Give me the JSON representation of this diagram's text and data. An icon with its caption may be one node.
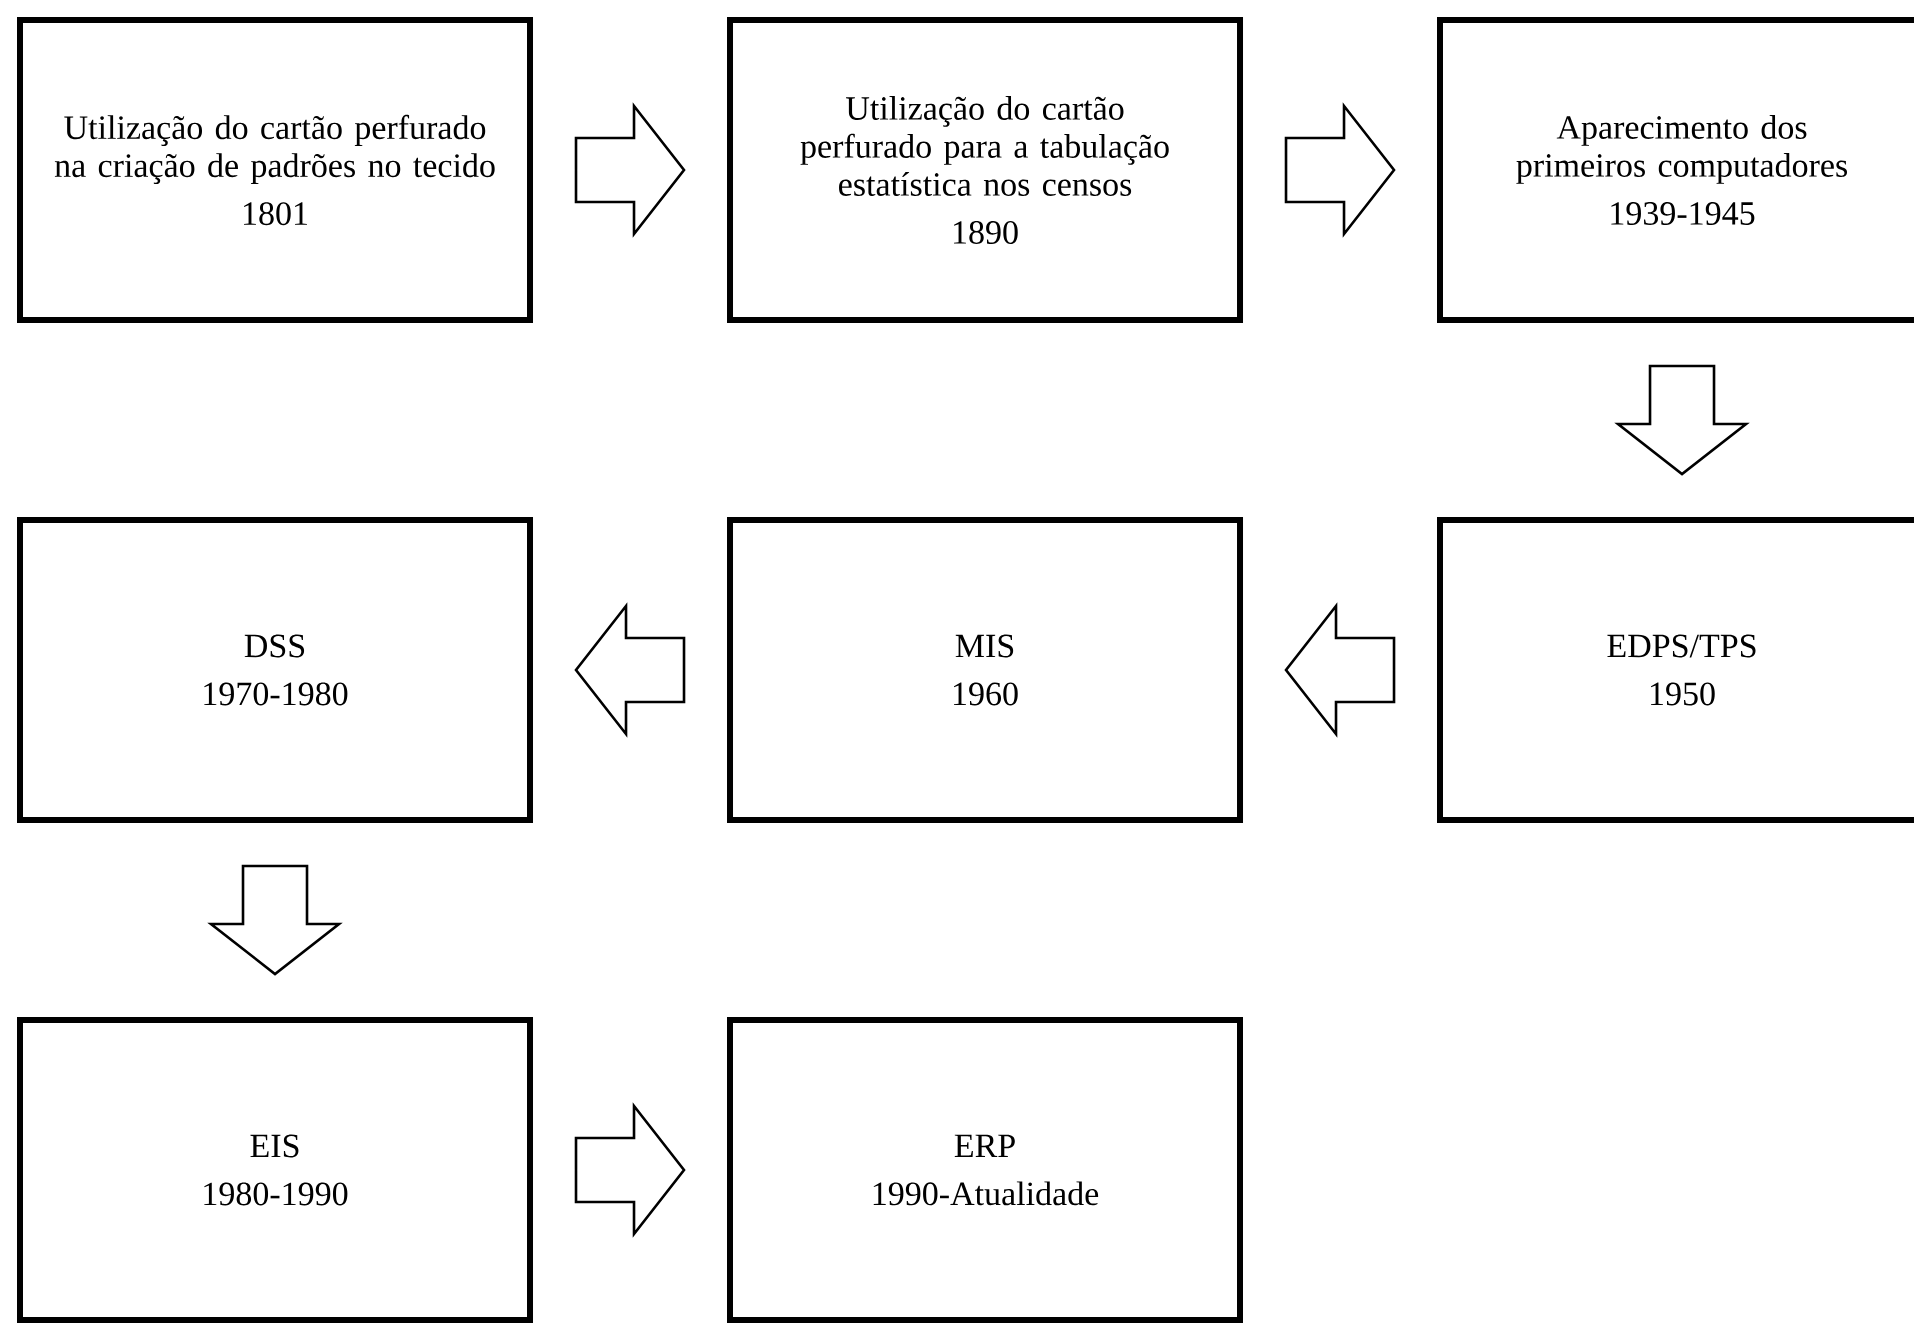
{
  "diagram": {
    "nodes": [
      {
        "text": [
          "Utilização do cartão perfurado na criação de padrões no tecido",
          "1801"
        ]
      },
      {
        "text": [
          "Utilização do cartão perfurado para a tabulação estatística nos censos",
          "1890"
        ]
      },
      {
        "text": [
          "Aparecimento dos primeiros computadores",
          "1939-1945"
        ]
      },
      {
        "text": [
          "DSS",
          "1970-1980"
        ]
      },
      {
        "text": [
          "MIS",
          "1960"
        ]
      },
      {
        "text": [
          "EDPS/TPS",
          "1950"
        ]
      },
      {
        "text": [
          "EIS",
          "1980-1990"
        ]
      },
      {
        "text": [
          "ERP",
          "1990-Atualidade"
        ]
      }
    ],
    "edges": [
      {
        "from": 0,
        "to": 1,
        "arrow": "to"
      },
      {
        "from": 1,
        "to": 2,
        "arrow": "to"
      },
      {
        "from": 2,
        "to": 5,
        "arrow": "to"
      },
      {
        "from": 5,
        "to": 4,
        "arrow": "to"
      },
      {
        "from": 4,
        "to": 3,
        "arrow": "to"
      },
      {
        "from": 3,
        "to": 6,
        "arrow": "to"
      },
      {
        "from": 6,
        "to": 7,
        "arrow": "to"
      }
    ]
  }
}
